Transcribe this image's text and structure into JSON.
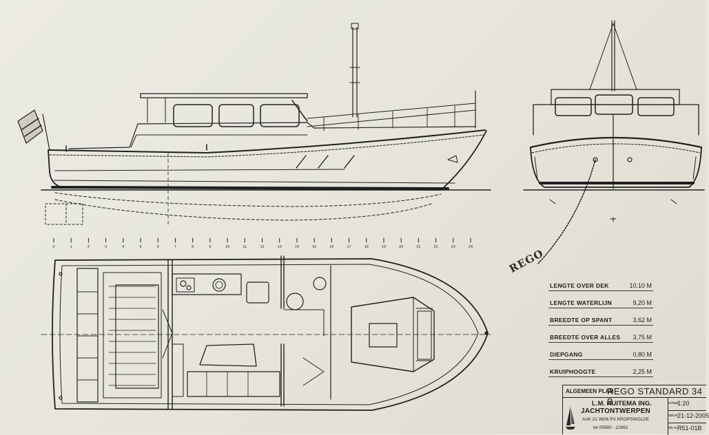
{
  "drawing": {
    "station_marks": [
      "0",
      "1",
      "2",
      "3",
      "4",
      "5",
      "6",
      "7",
      "8",
      "9",
      "10",
      "11",
      "12",
      "13",
      "14",
      "15",
      "16",
      "17",
      "18",
      "19",
      "20",
      "21",
      "22",
      "23",
      "24"
    ],
    "rego_label": "REGO"
  },
  "specifications": [
    {
      "label": "LENGTE OVER DEK",
      "value": "10,10 M"
    },
    {
      "label": "LENGTE WATERLIJN",
      "value": "9,20 M"
    },
    {
      "label": "BREEDTE OP SPANT",
      "value": "3,62 M"
    },
    {
      "label": "BREEDTE OVER ALLES",
      "value": "3,75 M"
    },
    {
      "label": "DIEPGANG",
      "value": "0,80 M"
    },
    {
      "label": "KRUIPHOOGTE",
      "value": "2,25 M"
    }
  ],
  "title_block": {
    "plan_label": "ALGEMEEN PLAN",
    "boat_name": "REGO STANDARD 34 B",
    "firm_line1": "L.M. HUITEMA ING.",
    "firm_line2": "JACHTONTWERPEN",
    "address": "AAK 21  9606 PX  KROPSWOLDE",
    "telephone": "tel 05980 - 22862",
    "scale_key": "schaal",
    "scale": "1:20",
    "date_key": "datum",
    "date": "21-12-2005",
    "drawing_no_key": "tek.nr.",
    "drawing_no": "R51-01B"
  }
}
